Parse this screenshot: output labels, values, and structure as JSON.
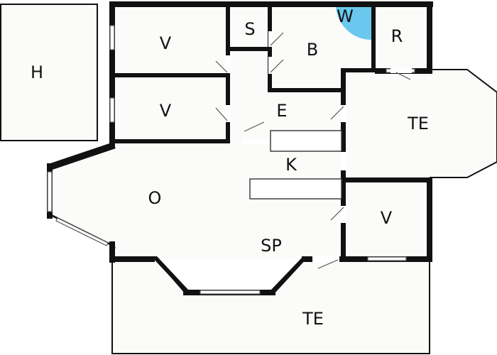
{
  "rooms": {
    "shed": "H",
    "bedroom_top": "V",
    "bedroom_mid": "V",
    "closet": "S",
    "bathroom": "B",
    "wc": "W",
    "storage": "R",
    "hall": "E",
    "kitchen": "K",
    "living": "O",
    "dining": "SP",
    "bedroom_right": "V",
    "terrace_right": "TE",
    "terrace_bottom": "TE"
  },
  "colors": {
    "walls": "#111111",
    "shower": "#6ac8ef"
  }
}
